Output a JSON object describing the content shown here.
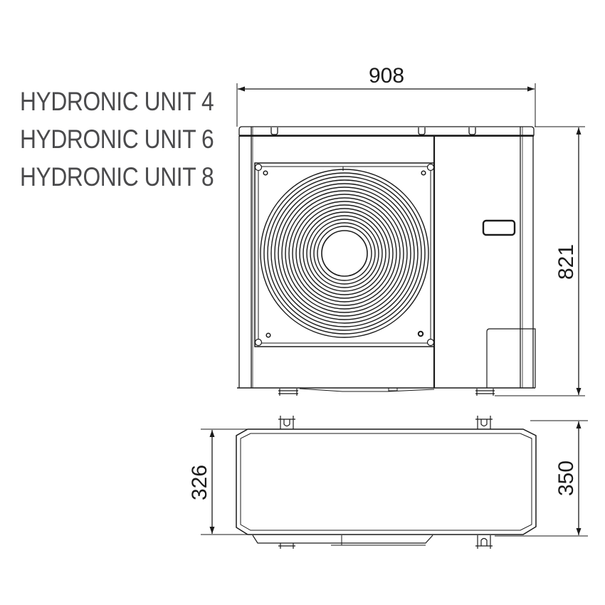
{
  "titles": [
    "HYDRONIC UNIT 4",
    "HYDRONIC UNIT 6",
    "HYDRONIC UNIT 8"
  ],
  "dimensions": {
    "width": "908",
    "height": "821",
    "depth_outer": "350",
    "depth_inner": "326"
  },
  "views": {
    "front": "front-elevation",
    "top": "plan-view"
  },
  "colors": {
    "line": "#1a1a1a",
    "text": "#4a4a4c",
    "background": "#ffffff"
  }
}
